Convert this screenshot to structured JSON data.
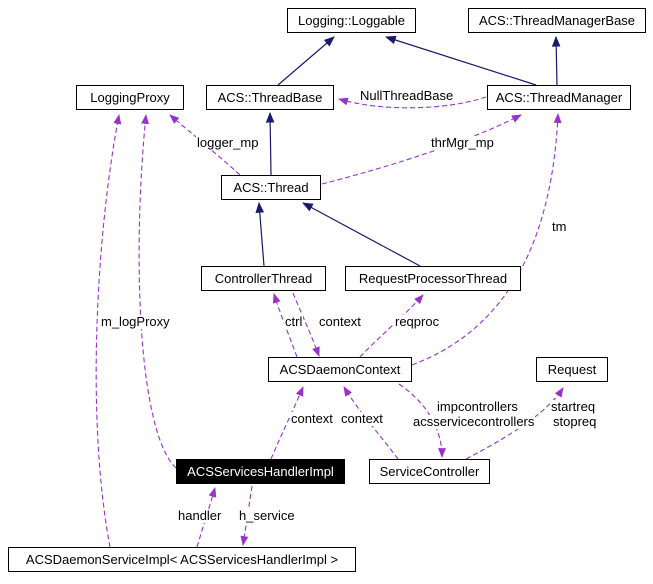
{
  "diagram_type": "doxygen-collaboration-diagram",
  "colors": {
    "inheritance": "#191970",
    "usage": "#9932cc",
    "node_border": "#000000",
    "node_bg": "#ffffff",
    "current_node_bg": "#000000",
    "current_node_text": "#ffffff"
  },
  "nodes": {
    "loggable": {
      "label": "Logging::Loggable"
    },
    "thread_manager_base": {
      "label": "ACS::ThreadManagerBase"
    },
    "logging_proxy": {
      "label": "LoggingProxy"
    },
    "thread_base": {
      "label": "ACS::ThreadBase"
    },
    "thread_manager": {
      "label": "ACS::ThreadManager"
    },
    "thread": {
      "label": "ACS::Thread"
    },
    "controller_thread": {
      "label": "ControllerThread"
    },
    "request_processor_thread": {
      "label": "RequestProcessorThread"
    },
    "daemon_context": {
      "label": "ACSDaemonContext"
    },
    "request": {
      "label": "Request"
    },
    "services_handler": {
      "label": "ACSServicesHandlerImpl"
    },
    "service_controller": {
      "label": "ServiceController"
    },
    "daemon_service": {
      "label": "ACSDaemonServiceImpl< ACSServicesHandlerImpl >"
    }
  },
  "edge_labels": {
    "null_thread_base": "NullThreadBase",
    "logger_mp": "logger_mp",
    "thrmgr_mp": "thrMgr_mp",
    "tm": "tm",
    "m_logproxy": "m_logProxy",
    "ctrl": "ctrl",
    "context_upper": "context",
    "reqproc": "reqproc",
    "context_lower_left": "context",
    "context_lower_right": "context",
    "impcontrollers": "impcontrollers",
    "acsservicecontrollers": "acsservicecontrollers",
    "startreq": "startreq",
    "stopreq": "stopreq",
    "handler": "handler",
    "h_service": "h_service"
  }
}
